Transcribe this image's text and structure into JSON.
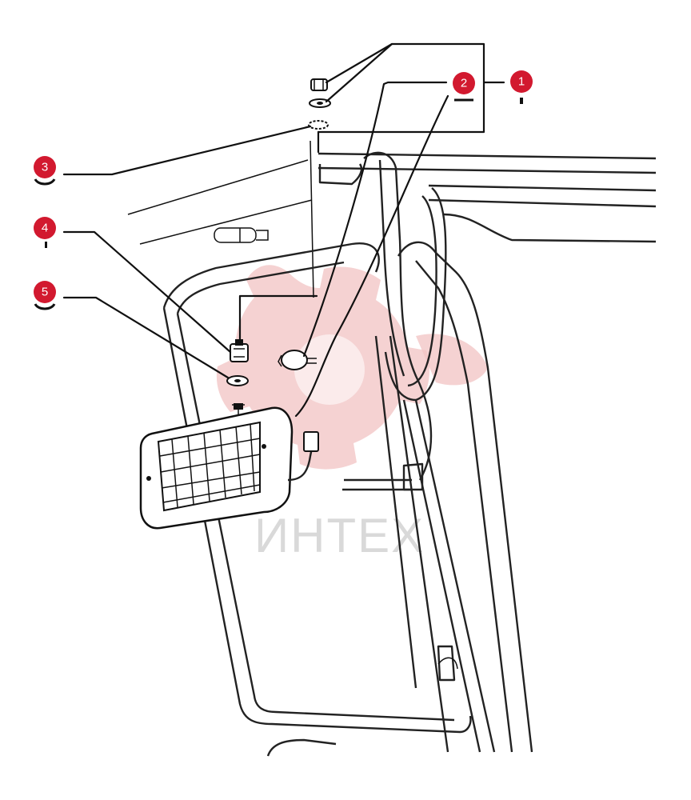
{
  "callouts": [
    {
      "id": "callout-1",
      "label": "1"
    },
    {
      "id": "callout-2",
      "label": "2"
    },
    {
      "id": "callout-3",
      "label": "3"
    },
    {
      "id": "callout-4",
      "label": "4"
    },
    {
      "id": "callout-5",
      "label": "5"
    }
  ],
  "watermark": {
    "text": "ИНТЕХ"
  },
  "colors": {
    "callout": "#d2192f",
    "line": "#111111",
    "watermark": "#e8a3a3"
  }
}
